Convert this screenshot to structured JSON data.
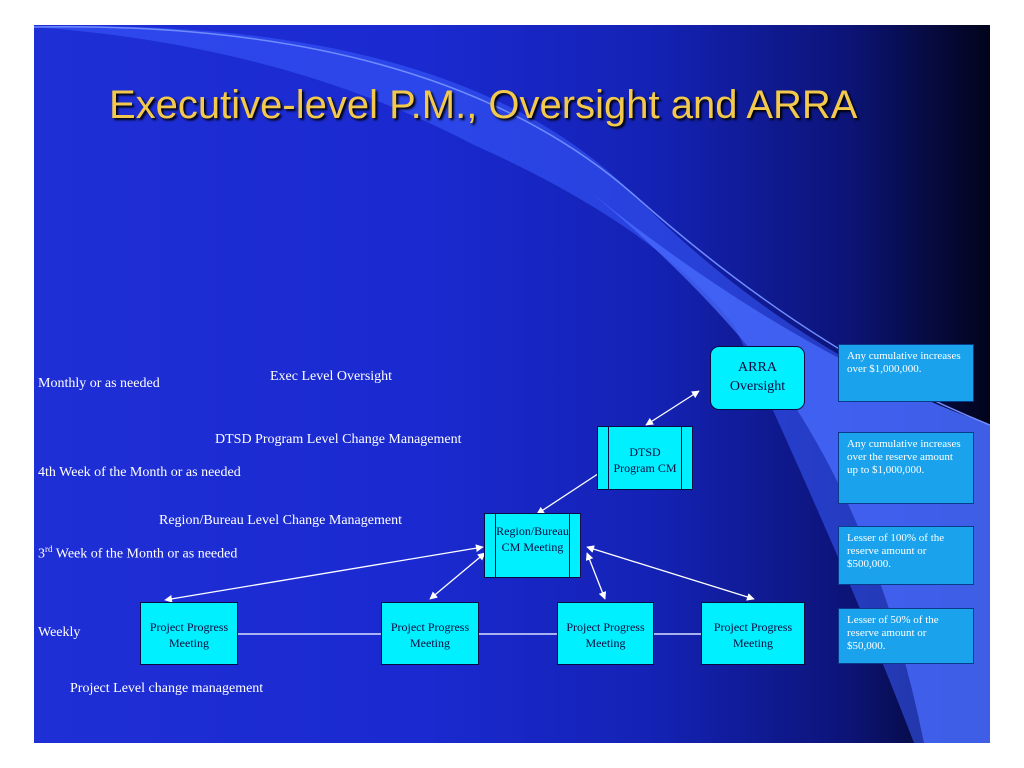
{
  "title": "Executive-level P.M., Oversight and ARRA",
  "left_labels": {
    "monthly": "Monthly or as needed",
    "fourth_week": "4th Week of the Month or as needed",
    "third_week_prefix": "3",
    "third_week_sup": "rd",
    "third_week_suffix": " Week of the Month or as needed",
    "weekly": "Weekly",
    "project_level": "Project Level change management"
  },
  "level_labels": {
    "exec": "Exec Level Oversight",
    "dtsd": "DTSD Program Level Change Management",
    "region": "Region/Bureau Level Change Management"
  },
  "boxes": {
    "arra": "ARRA Oversight",
    "dtsd": "DTSD Program CM",
    "region": "Region/Bureau CM Meeting",
    "meeting_1": "Project Progress Meeting",
    "meeting_2": "Project Progress Meeting",
    "meeting_3": "Project Progress Meeting",
    "meeting_4": "Project Progress Meeting"
  },
  "notes": {
    "arra": "Any cumulative increases over $1,000,000.",
    "dtsd": "Any cumulative increases over the reserve amount up to $1,000,000.",
    "region": "Lesser of 100% of the reserve amount or $500,000.",
    "project": "Lesser of 50% of the reserve amount or $50,000."
  },
  "colors": {
    "title": "#f2c94c",
    "box_fill": "#00f0ff",
    "note_fill": "#1aa3ec"
  }
}
